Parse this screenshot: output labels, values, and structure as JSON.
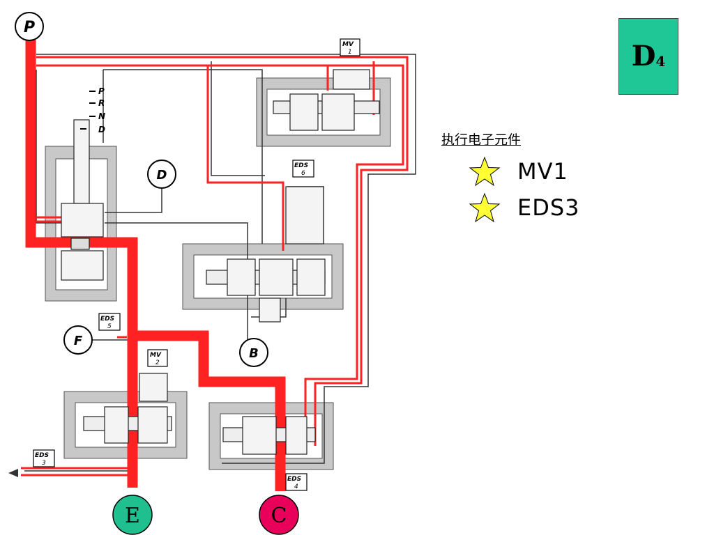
{
  "badge": {
    "main": "D",
    "sub": "4"
  },
  "legend": {
    "title": "执行电子元件",
    "items": [
      {
        "label": "MV1",
        "icon": "star-icon",
        "color": "#ffff33"
      },
      {
        "label": "EDS3",
        "icon": "star-icon",
        "color": "#ffff33"
      }
    ]
  },
  "diagram": {
    "port_p": "P",
    "selector_positions": [
      "P",
      "R",
      "N",
      "D"
    ],
    "port_d": "D",
    "port_f": "F",
    "port_b": "B",
    "port_e": "E",
    "port_c": "C",
    "valve_mv1": {
      "name": "MV",
      "num": "1"
    },
    "valve_mv2": {
      "name": "MV",
      "num": "2"
    },
    "valve_eds3": {
      "name": "EDS",
      "num": "3"
    },
    "valve_eds4": {
      "name": "EDS",
      "num": "4"
    },
    "valve_eds5": {
      "name": "EDS",
      "num": "5"
    },
    "valve_eds6": {
      "name": "EDS",
      "num": "6"
    },
    "colors": {
      "pressure_line": "#ff2222",
      "housing": "#c8c8c8",
      "badge": "#1fc796",
      "port_e": "#1fbf8f",
      "port_c": "#e8005a",
      "star": "#ffff33"
    }
  }
}
